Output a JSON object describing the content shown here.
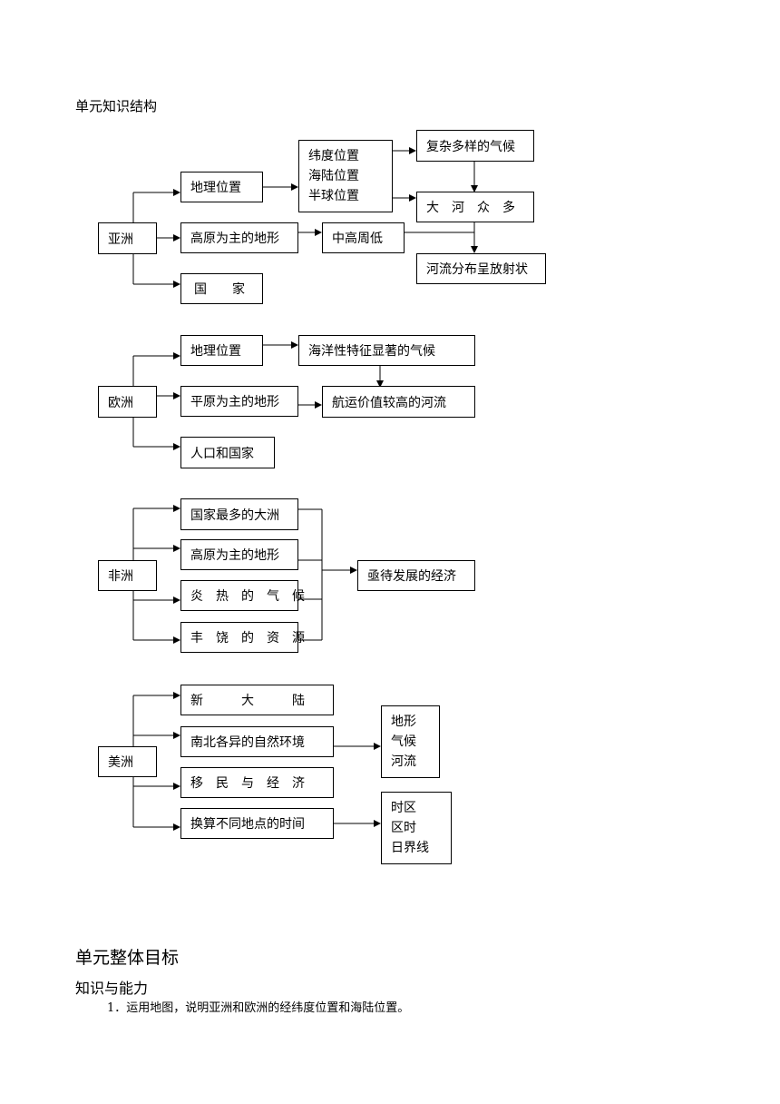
{
  "headings": {
    "structure": "单元知识结构",
    "goals": "单元整体目标",
    "knowledge": "知识与能力"
  },
  "goal_items": [
    "1．运用地图，说明亚洲和欧洲的经纬度位置和海陆位置。"
  ],
  "asia": {
    "root": "亚洲",
    "location": "地理位置",
    "terrain": "高原为主的地形",
    "countries": "国　　家",
    "positions": [
      "纬度位置",
      "海陆位置",
      "半球位置"
    ],
    "climate": "复杂多样的气候",
    "rivers": "大　河　众　多",
    "terrain_feature": "中高周低",
    "river_pattern": "河流分布呈放射状"
  },
  "europe": {
    "root": "欧洲",
    "location": "地理位置",
    "terrain": "平原为主的地形",
    "population": "人口和国家",
    "climate": "海洋性特征显著的气候",
    "rivers": "航运价值较高的河流"
  },
  "africa": {
    "root": "非洲",
    "countries": "国家最多的大洲",
    "terrain": "高原为主的地形",
    "climate": "炎　热　的　气　候",
    "resources": "丰　饶　的　资　源",
    "economy": "亟待发展的经济"
  },
  "america": {
    "root": "美洲",
    "new_continent": "新　　　大　　　陆",
    "environment": "南北各异的自然环境",
    "migration": "移　民　与　经　济",
    "time": "换算不同地点的时间",
    "env_list": [
      "地形",
      "气候",
      "河流"
    ],
    "time_list": [
      "时区",
      "区时",
      "日界线"
    ]
  }
}
